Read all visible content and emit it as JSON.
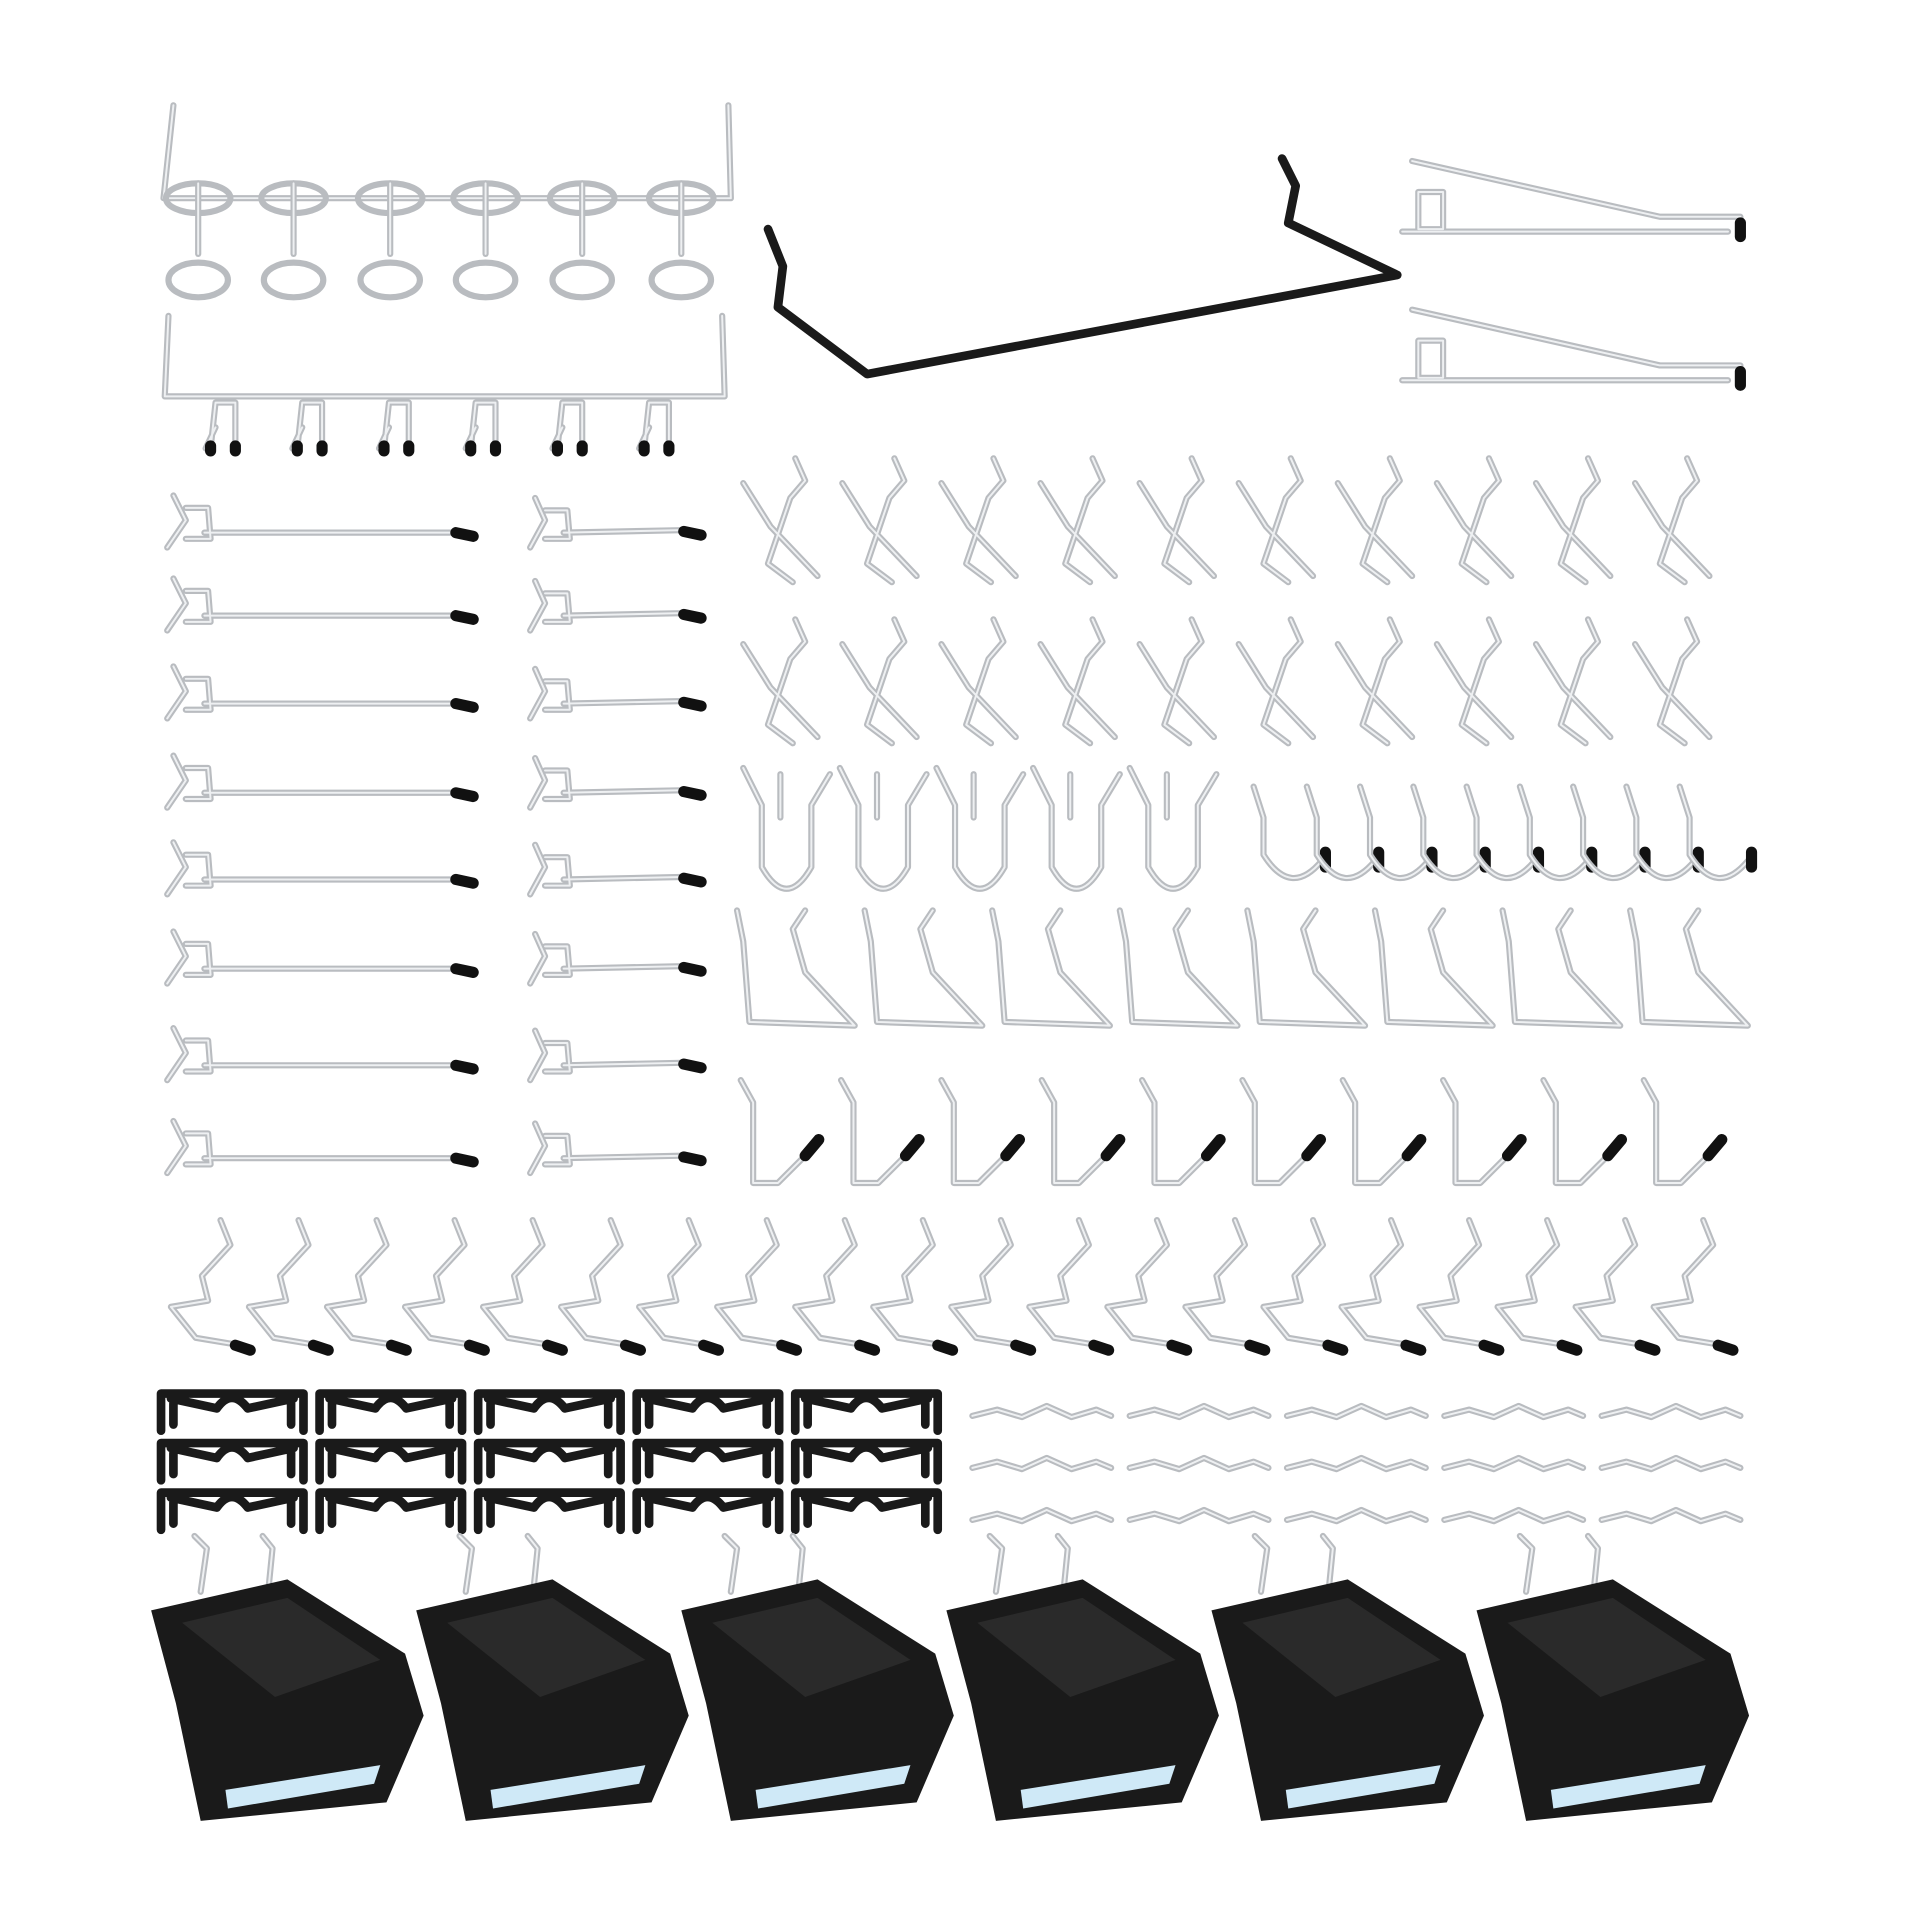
{
  "colors": {
    "background": "#ffffff",
    "metal": "#b9bcc0",
    "black_parts": "#1a1a1a",
    "bin_label": "#cfe9f7"
  },
  "items": {
    "ring_holders": 1,
    "multi_hook_bars": 1,
    "black_shelf_bar": 1,
    "shelf_brackets": 2,
    "long_straight_hooks": 8,
    "short_straight_hooks": 8,
    "v_hooks": 20,
    "double_j_hooks": 5,
    "small_j_hooks": 9,
    "angled_hooks": 8,
    "l_hooks": 10,
    "s_hooks": 20,
    "locking_clips": 15,
    "wire_ties": 15,
    "storage_bins": 6
  }
}
